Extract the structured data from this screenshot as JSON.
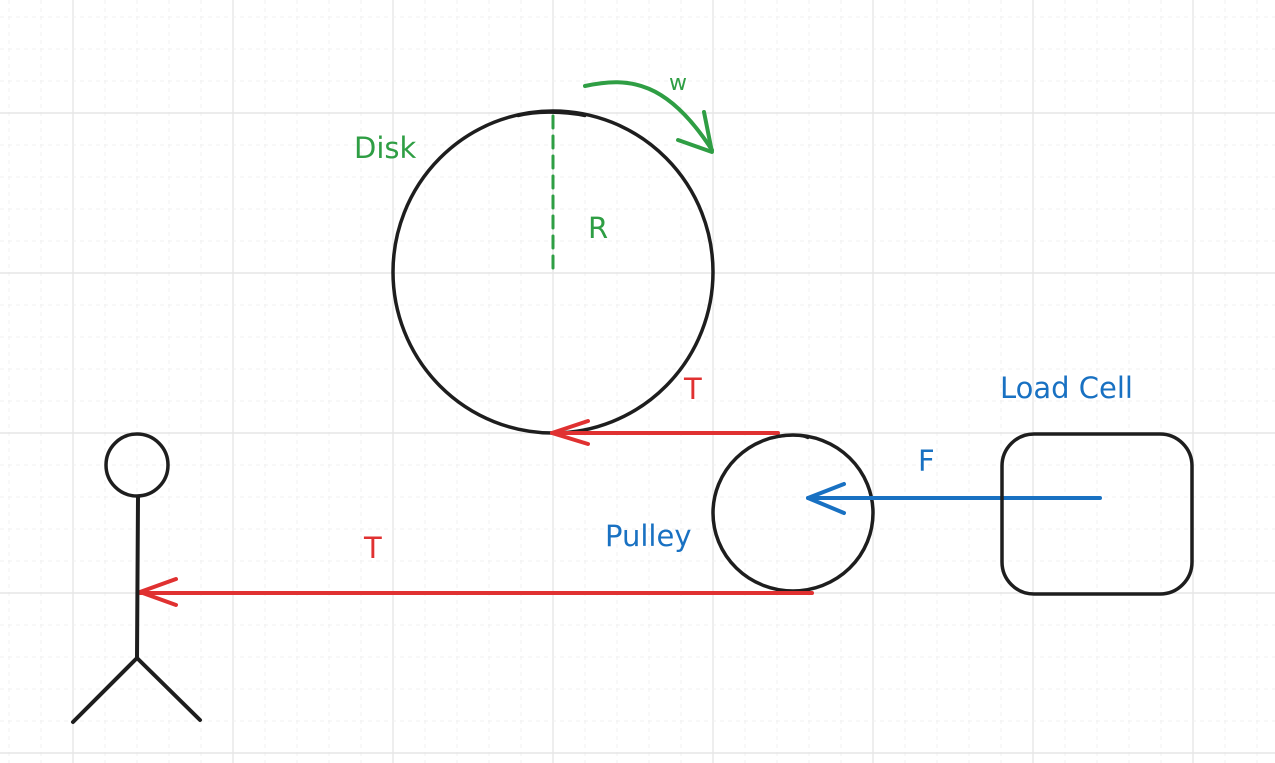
{
  "labels": {
    "disk": "Disk",
    "radius": "R",
    "omega": "w",
    "tension_upper": "T",
    "tension_lower": "T",
    "force": "F",
    "pulley": "Pulley",
    "load_cell": "Load Cell"
  },
  "colors": {
    "background": "#ffffff",
    "grid_major": "#e6e6e6",
    "grid_minor": "#f1f1f1",
    "ink": "#1e1e1e",
    "green": "#2f9e44",
    "red": "#e03131",
    "blue": "#1971c2"
  }
}
